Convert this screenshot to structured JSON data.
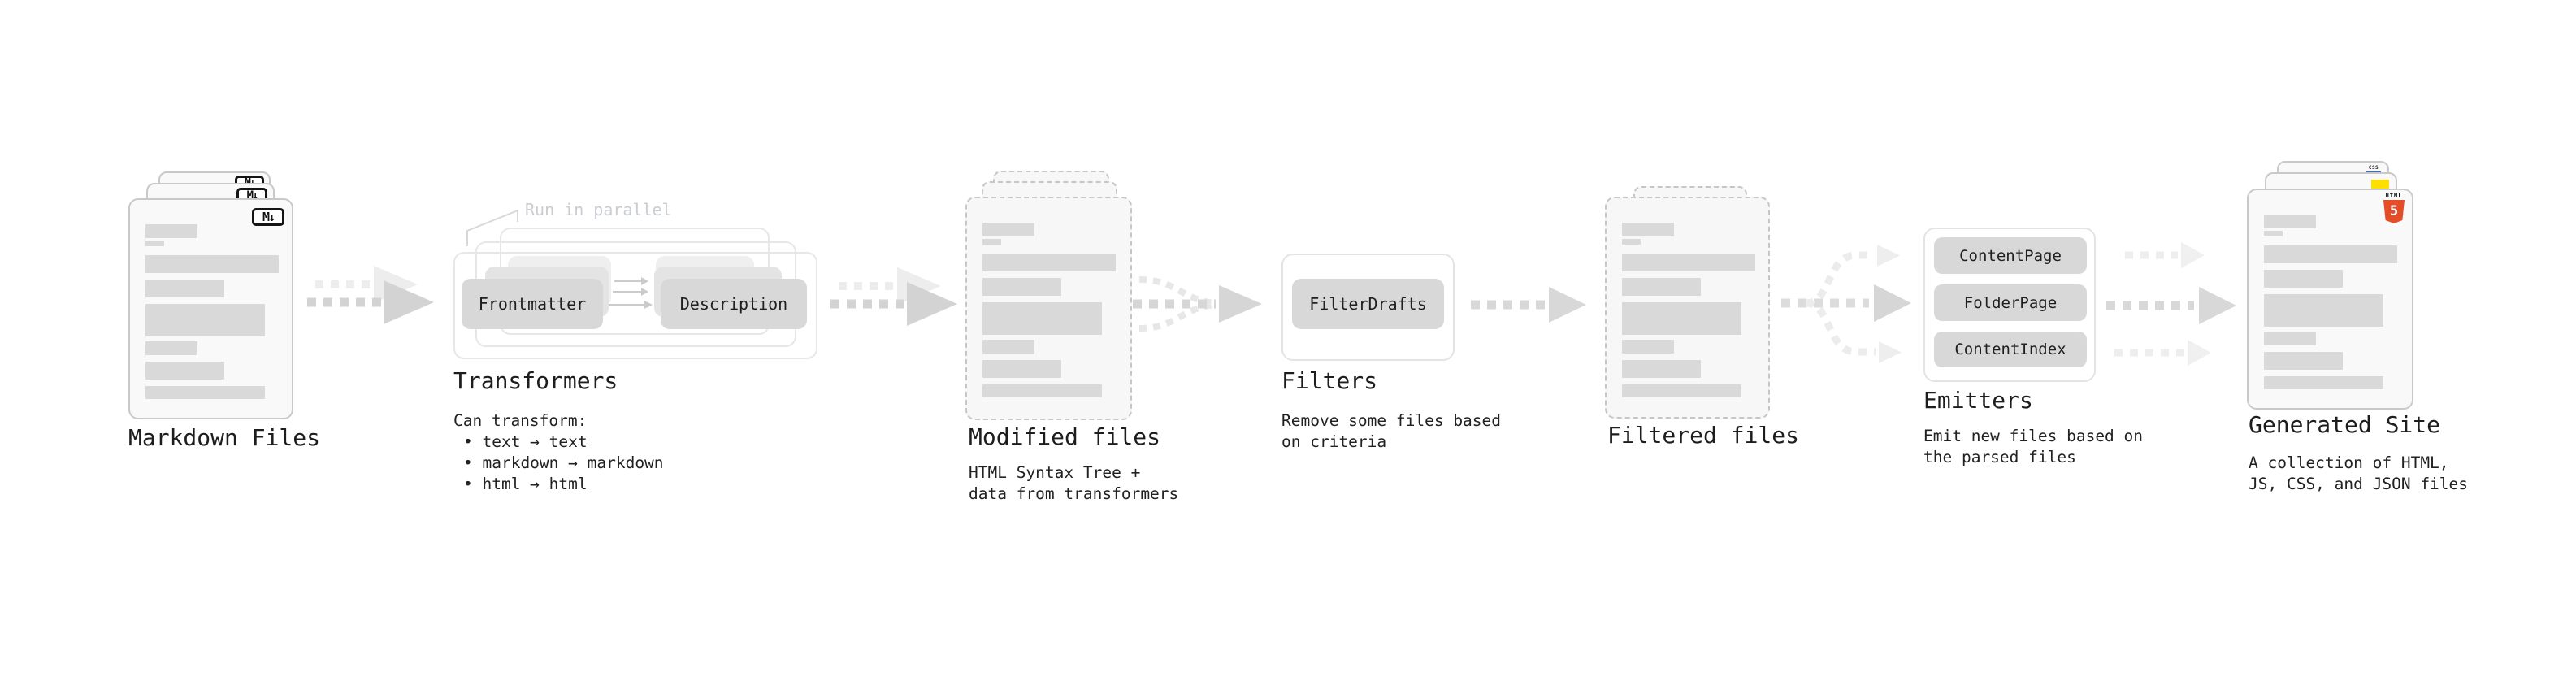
{
  "diagram": {
    "markdown": {
      "label": "Markdown Files",
      "badge": "M↓"
    },
    "transformers": {
      "label": "Transformers",
      "annotation": "Run in parallel",
      "left_box": "Frontmatter",
      "right_box": "Description",
      "description_title": "Can transform:",
      "bullets": [
        "• text → text",
        "• markdown → markdown",
        "• html → html"
      ]
    },
    "modified": {
      "label": "Modified files",
      "description": [
        "HTML Syntax Tree +",
        "data from transformers"
      ]
    },
    "filters": {
      "label": "Filters",
      "box": "FilterDrafts",
      "description": [
        "Remove some files based",
        "on criteria"
      ]
    },
    "filtered": {
      "label": "Filtered files"
    },
    "emitters": {
      "label": "Emitters",
      "boxes": [
        "ContentPage",
        "FolderPage",
        "ContentIndex"
      ],
      "description": [
        "Emit new files based on",
        "the parsed files"
      ]
    },
    "generated": {
      "label": "Generated Site",
      "description": [
        "A collection of HTML,",
        "JS, CSS, and JSON files"
      ],
      "css_badge_label": "CSS",
      "html_badge_title": "HTML",
      "html_badge_number": "5"
    },
    "colors": {
      "html5_orange": "#e44d26",
      "js_yellow": "#ffdf00",
      "css_blue": "#2b6cf0",
      "box_gray": "#d8d8d8",
      "bar_gray": "#d9d9d9",
      "arrow_gray": "#d3d3d3",
      "arrow_light": "#ededed",
      "annotation_gray": "#c9cdd2"
    }
  }
}
